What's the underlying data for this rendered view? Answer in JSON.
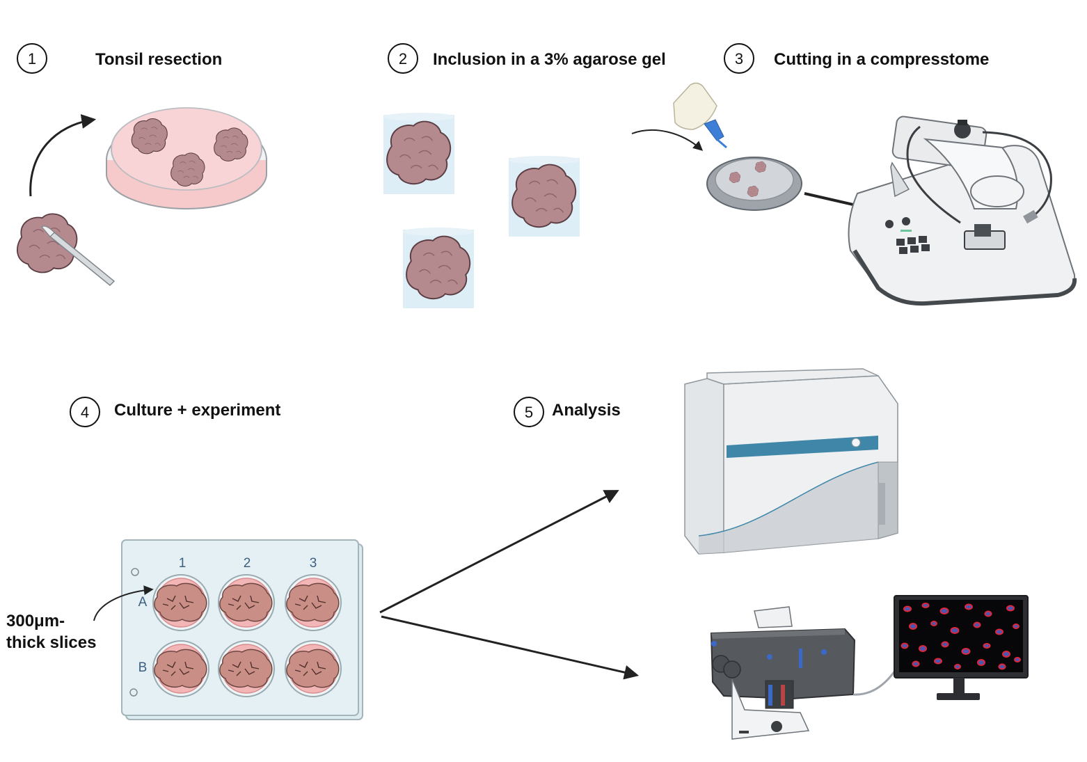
{
  "steps": [
    {
      "number": "1",
      "title": "Tonsil resection"
    },
    {
      "number": "2",
      "title": "Inclusion in a 3% agarose gel"
    },
    {
      "number": "3",
      "title": "Cutting in a compresstome"
    },
    {
      "number": "4",
      "title": "Culture + experiment"
    },
    {
      "number": "5",
      "title": "Analysis"
    }
  ],
  "plate": {
    "columns": [
      "1",
      "2",
      "3"
    ],
    "rows": [
      "A",
      "B"
    ]
  },
  "annotation": {
    "line1": "300μm-",
    "line2": "thick slices"
  },
  "colors": {
    "tissue": "#b58a8f",
    "dish_fluid": "#f6c9cb",
    "gel": "#d9ecf5",
    "plate": "#dcebf0",
    "instrument_accent": "#3f86a8",
    "monitor_cells": "#e0263a"
  }
}
